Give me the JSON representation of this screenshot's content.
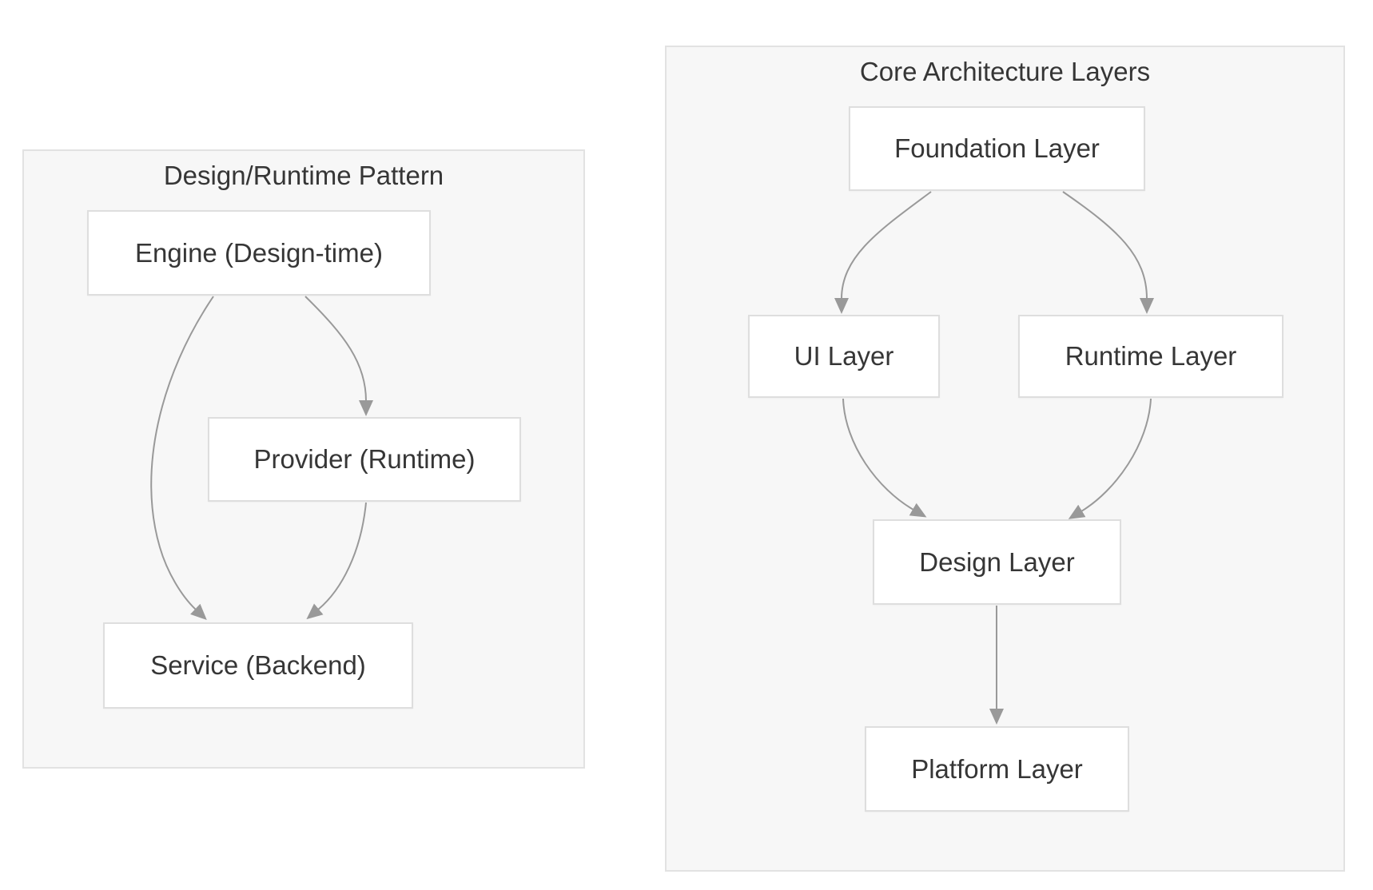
{
  "colors": {
    "page_background": "#ffffff",
    "panel_fill": "#f7f7f7",
    "panel_border": "#e2e2e2",
    "node_fill": "#ffffff",
    "node_border": "#dedede",
    "text": "#363636",
    "edge": "#999999"
  },
  "diagrams": {
    "left": {
      "title": "Design/Runtime Pattern",
      "nodes": [
        {
          "id": "engine",
          "label": "Engine (Design-time)"
        },
        {
          "id": "provider",
          "label": "Provider (Runtime)"
        },
        {
          "id": "service",
          "label": "Service (Backend)"
        }
      ],
      "edges": [
        {
          "from": "engine",
          "to": "provider"
        },
        {
          "from": "engine",
          "to": "service"
        },
        {
          "from": "provider",
          "to": "service"
        }
      ]
    },
    "right": {
      "title": "Core Architecture Layers",
      "nodes": [
        {
          "id": "foundation",
          "label": "Foundation Layer"
        },
        {
          "id": "ui",
          "label": "UI Layer"
        },
        {
          "id": "runtime",
          "label": "Runtime Layer"
        },
        {
          "id": "design",
          "label": "Design Layer"
        },
        {
          "id": "platform",
          "label": "Platform Layer"
        }
      ],
      "edges": [
        {
          "from": "foundation",
          "to": "ui"
        },
        {
          "from": "foundation",
          "to": "runtime"
        },
        {
          "from": "ui",
          "to": "design"
        },
        {
          "from": "runtime",
          "to": "design"
        },
        {
          "from": "design",
          "to": "platform"
        }
      ]
    }
  }
}
